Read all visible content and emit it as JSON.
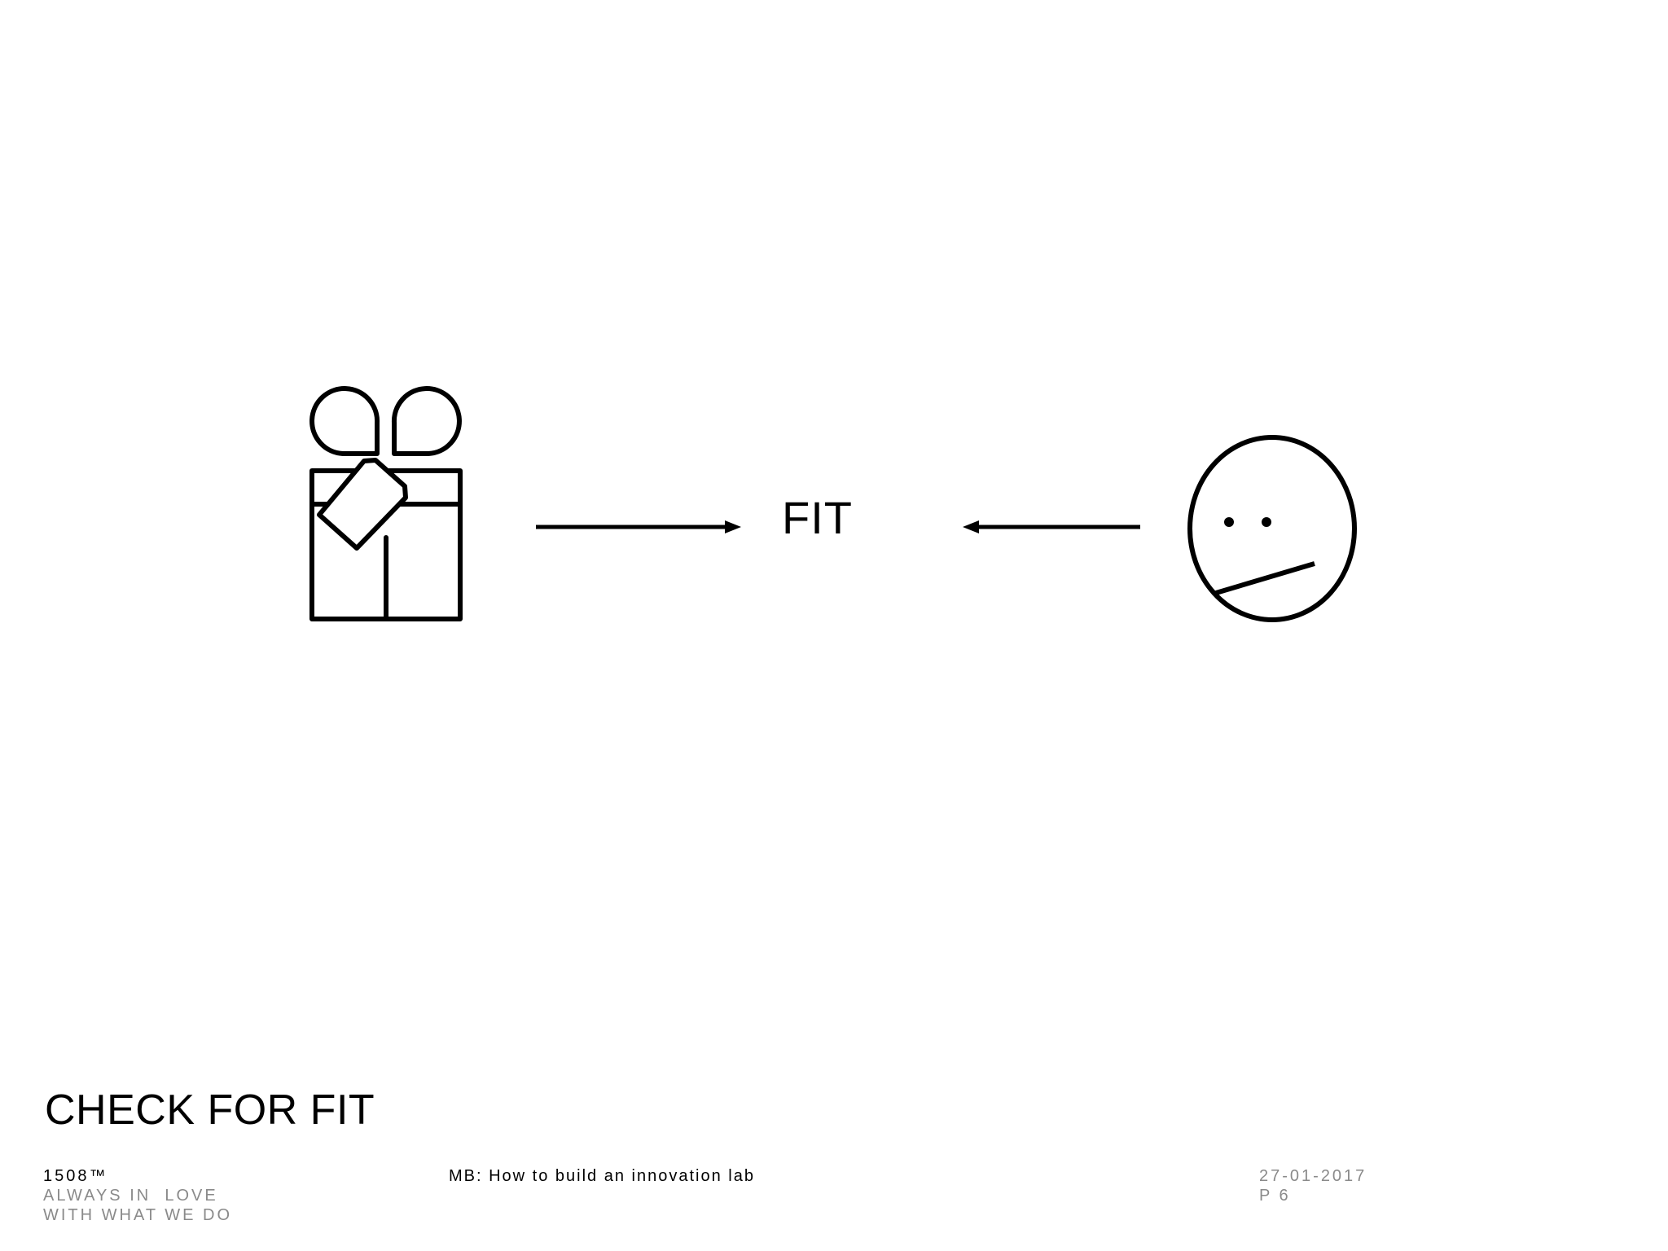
{
  "diagram": {
    "center_label": "FIT",
    "left_icon": "gift-box-icon",
    "right_icon": "neutral-face-icon",
    "arrow_left_direction": "right",
    "arrow_right_direction": "left",
    "stroke_color": "#000000"
  },
  "slide": {
    "title": "CHECK FOR FIT"
  },
  "footer": {
    "brand_name": "1508™",
    "tagline_line1": "ALWAYS IN  LOVE",
    "tagline_line2": "WITH WHAT WE DO",
    "presentation_title": "MB: How to build an innovation lab",
    "date": "27-01-2017",
    "page": "P 6"
  }
}
